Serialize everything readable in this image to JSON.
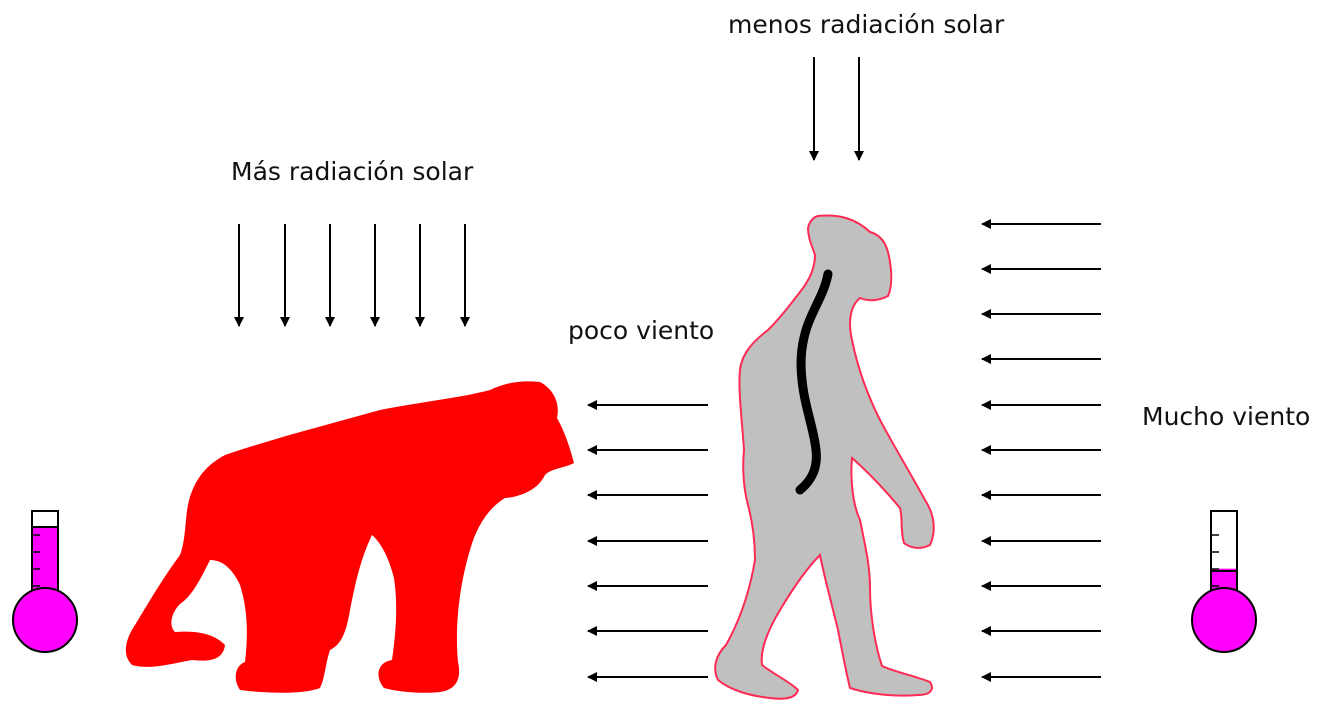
{
  "labels": {
    "less_radiation": "menos radiación solar",
    "more_radiation": "Más radiación solar",
    "little_wind": "poco viento",
    "much_wind": "Mucho viento"
  },
  "colors": {
    "quadruped_ape": "#ff0000",
    "bipedal_hominid": "#c0c0c0",
    "hominid_outline": "#ff2a55",
    "spine": "#000000",
    "thermometer_fluid": "#ff00ff",
    "arrows": "#000000"
  },
  "thermometers": {
    "left_fill_level": 0.85,
    "right_fill_level": 0.45
  }
}
